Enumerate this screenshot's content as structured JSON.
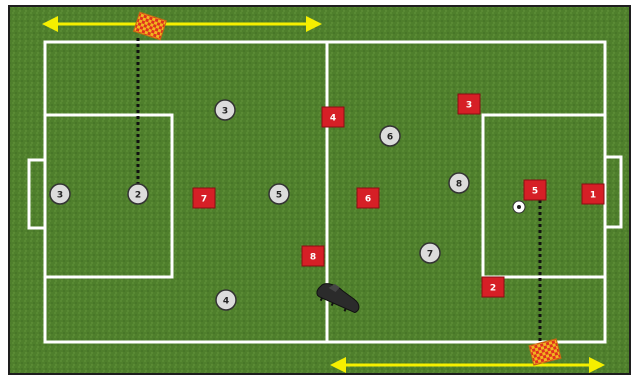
{
  "colors": {
    "grass_dark": "#3f6f24",
    "grass_light": "#5c8c34",
    "lines": "#ffffff",
    "team_square": "#d61f26",
    "team_circle": "#dcdcdc",
    "arrow": "#f5ef00",
    "marker_flag": "#e7b31a",
    "dotted_line": "#111111"
  },
  "players": {
    "squares": [
      {
        "id": "sq-1",
        "label": "1"
      },
      {
        "id": "sq-2",
        "label": "2"
      },
      {
        "id": "sq-3",
        "label": "3"
      },
      {
        "id": "sq-4",
        "label": "4"
      },
      {
        "id": "sq-5",
        "label": "5"
      },
      {
        "id": "sq-6",
        "label": "6"
      },
      {
        "id": "sq-7",
        "label": "7"
      },
      {
        "id": "sq-8",
        "label": "8"
      }
    ],
    "circles": [
      {
        "id": "ci-3a",
        "label": "3"
      },
      {
        "id": "ci-2",
        "label": "2"
      },
      {
        "id": "ci-3b",
        "label": "3"
      },
      {
        "id": "ci-5",
        "label": "5"
      },
      {
        "id": "ci-4",
        "label": "4"
      },
      {
        "id": "ci-6",
        "label": "6"
      },
      {
        "id": "ci-8",
        "label": "8"
      },
      {
        "id": "ci-7",
        "label": "7"
      }
    ]
  },
  "icons": {
    "ball": "soccer-ball-icon",
    "shoe": "cleat-icon",
    "flag": "checkered-marker-icon"
  }
}
